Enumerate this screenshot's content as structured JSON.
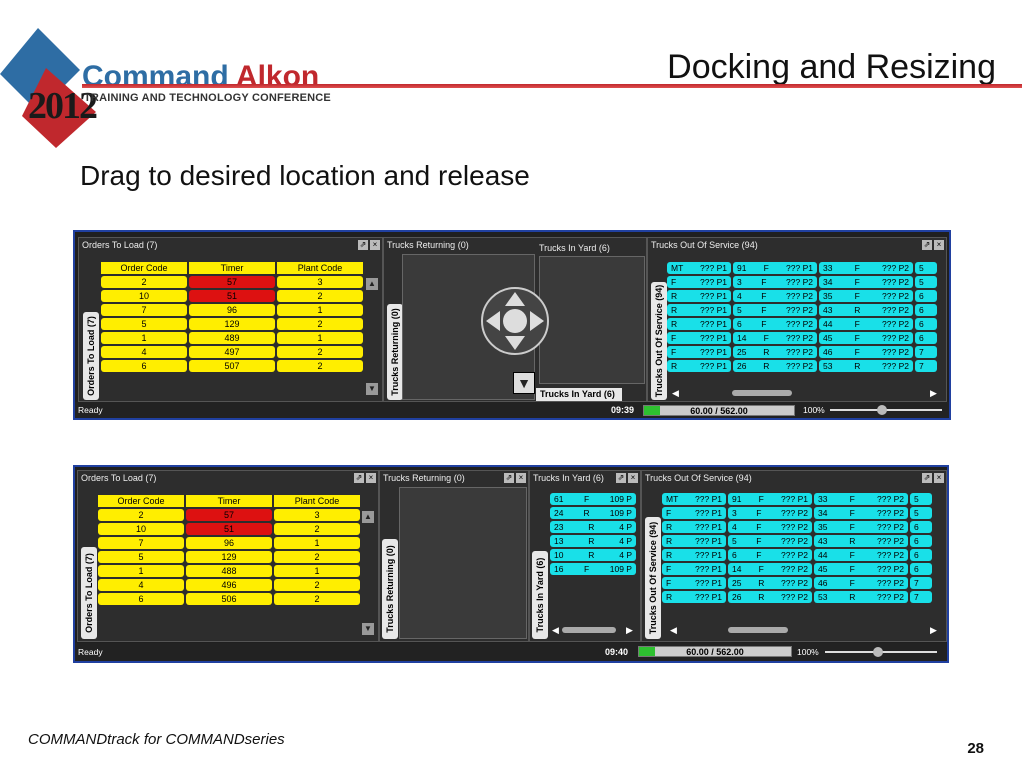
{
  "slide": {
    "title": "Docking and Resizing",
    "subtitle": "Drag to desired location and release",
    "footer": "COMMANDtrack for COMMANDseries",
    "page": "28"
  },
  "logo": {
    "brand_a": "Command",
    "brand_b": "Alkon",
    "tagline": "TRAINING AND TECHNOLOGY CONFERENCE",
    "year": "2012"
  },
  "shot1": {
    "orders_title": "Orders To Load (7)",
    "returning_title": "Trucks Returning (0)",
    "yard_title": "Trucks In Yard (6)",
    "oos_title": "Trucks Out Of Service (94)",
    "orders_tab": "Orders To Load (7)",
    "returning_tab": "Trucks Returning (0)",
    "yard_tab": "Trucks In Yard (6)",
    "oos_tab": "Trucks Out Of Service (94)",
    "headers": [
      "Order Code",
      "Timer",
      "Plant Code"
    ],
    "rows": [
      [
        "2",
        "57",
        "3"
      ],
      [
        "10",
        "51",
        "2"
      ],
      [
        "7",
        "96",
        "1"
      ],
      [
        "5",
        "129",
        "2"
      ],
      [
        "1",
        "489",
        "1"
      ],
      [
        "4",
        "497",
        "2"
      ],
      [
        "6",
        "507",
        "2"
      ]
    ],
    "status": "Ready",
    "time": "09:39",
    "gauge": "60.00 / 562.00",
    "zoom": "100%"
  },
  "shot2": {
    "orders_title": "Orders To Load (7)",
    "returning_title": "Trucks Returning (0)",
    "yard_title": "Trucks In Yard (6)",
    "oos_title": "Trucks Out Of Service (94)",
    "orders_tab": "Orders To Load (7)",
    "returning_tab": "Trucks Returning (0)",
    "yard_tab": "Trucks In Yard (6)",
    "oos_tab": "Trucks Out Of Service (94)",
    "headers": [
      "Order Code",
      "Timer",
      "Plant Code"
    ],
    "rows": [
      [
        "2",
        "57",
        "3"
      ],
      [
        "10",
        "51",
        "2"
      ],
      [
        "7",
        "96",
        "1"
      ],
      [
        "5",
        "129",
        "2"
      ],
      [
        "1",
        "488",
        "1"
      ],
      [
        "4",
        "496",
        "2"
      ],
      [
        "6",
        "506",
        "2"
      ]
    ],
    "yard": [
      [
        "61",
        "F",
        "109 P"
      ],
      [
        "24",
        "R",
        "109 P"
      ],
      [
        "23",
        "R",
        "4 P"
      ],
      [
        "13",
        "R",
        "4 P"
      ],
      [
        "10",
        "R",
        "4 P"
      ],
      [
        "16",
        "F",
        "109 P"
      ]
    ],
    "status": "Ready",
    "time": "09:40",
    "gauge": "60.00 / 562.00",
    "zoom": "100%"
  },
  "oos_cols": [
    [
      [
        "MT",
        "??? P1"
      ],
      [
        "F",
        "??? P1"
      ],
      [
        "R",
        "??? P1"
      ],
      [
        "R",
        "??? P1"
      ],
      [
        "R",
        "??? P1"
      ],
      [
        "F",
        "??? P1"
      ],
      [
        "F",
        "??? P1"
      ],
      [
        "R",
        "??? P1"
      ]
    ],
    [
      [
        "91",
        "F",
        "??? P1"
      ],
      [
        "3",
        "F",
        "??? P2"
      ],
      [
        "4",
        "F",
        "??? P2"
      ],
      [
        "5",
        "F",
        "??? P2"
      ],
      [
        "6",
        "F",
        "??? P2"
      ],
      [
        "14",
        "F",
        "??? P2"
      ],
      [
        "25",
        "R",
        "??? P2"
      ],
      [
        "26",
        "R",
        "??? P2"
      ]
    ],
    [
      [
        "33",
        "F",
        "??? P2"
      ],
      [
        "34",
        "F",
        "??? P2"
      ],
      [
        "35",
        "F",
        "??? P2"
      ],
      [
        "43",
        "R",
        "??? P2"
      ],
      [
        "44",
        "F",
        "??? P2"
      ],
      [
        "45",
        "F",
        "??? P2"
      ],
      [
        "46",
        "F",
        "??? P2"
      ],
      [
        "53",
        "R",
        "??? P2"
      ]
    ]
  ],
  "oos_edge": [
    "5",
    "5",
    "6",
    "6",
    "6",
    "6",
    "7",
    "7"
  ]
}
